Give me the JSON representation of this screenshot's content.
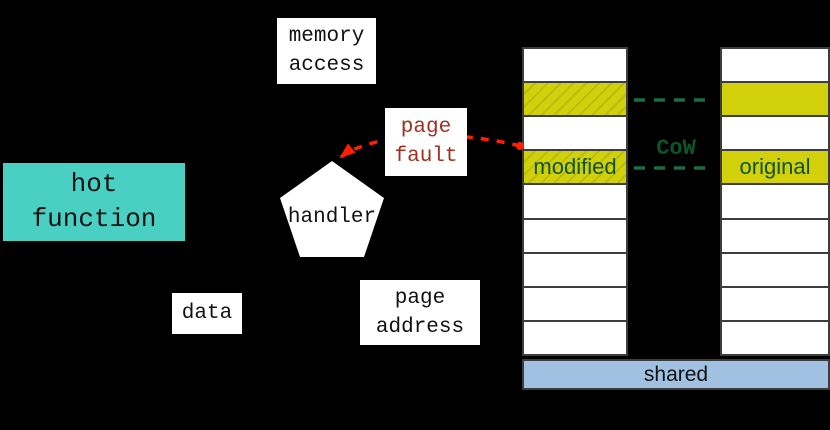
{
  "diagram": {
    "hot_function": {
      "line1": "hot",
      "line2": "function"
    },
    "memory_access": {
      "line1": "memory",
      "line2": "access"
    },
    "page_fault": {
      "line1": "page",
      "line2": "fault"
    },
    "handler": {
      "label": "handler"
    },
    "data_box": {
      "label": "data"
    },
    "page_address": {
      "line1": "page",
      "line2": "address"
    },
    "cow": {
      "label": "CoW"
    },
    "shared": {
      "label": "shared"
    },
    "columns": [
      {
        "name": "modified-pages",
        "label": "modified",
        "rows": [
          "blank",
          "hatch",
          "blank",
          "hatch-label",
          "blank",
          "blank",
          "blank",
          "blank",
          "blank"
        ]
      },
      {
        "name": "original-pages",
        "label": "original",
        "rows": [
          "blank",
          "solid",
          "blank",
          "solid-label",
          "blank",
          "blank",
          "blank",
          "blank",
          "blank"
        ]
      }
    ]
  },
  "colors": {
    "teal": "#4ad0c3",
    "yellow": "#d2d00a",
    "hatch": "#b9bd10",
    "blue": "#a1c1e2",
    "green-text": "#0e5429",
    "green-dash": "#1c6b42",
    "red": "#ff2000",
    "darkred": "#a03020"
  }
}
